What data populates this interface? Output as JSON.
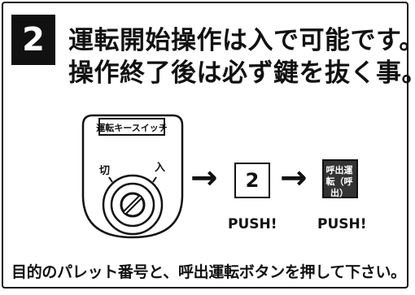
{
  "step": {
    "number": "2"
  },
  "instructions": {
    "line1": "運転開始操作は入で可能です。",
    "line2": "操作終了後は必ず鍵を抜く事。"
  },
  "key_switch": {
    "title": "運転キースイッチ",
    "off_label": "切",
    "on_label": "入"
  },
  "buttons": [
    {
      "face": "2",
      "caption": "PUSH!"
    },
    {
      "face": "呼出運転（呼出）",
      "caption": "PUSH!"
    }
  ],
  "arrows": [
    "→",
    "→"
  ],
  "footer": {
    "text": "目的のパレット番号と、呼出運転ボタンを押して下さい。"
  },
  "colors": {
    "ink": "#111111",
    "paper": "#ffffff",
    "badge": "#111111"
  },
  "icons": [
    "key-switch-icon",
    "arrow-right-icon",
    "push-button-icon"
  ]
}
